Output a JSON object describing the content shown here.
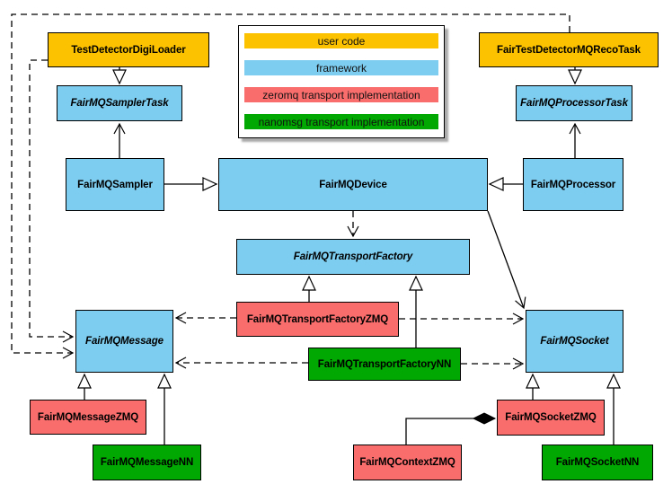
{
  "nodes": {
    "testDetectorDigiLoader": {
      "label": "TestDetectorDigiLoader",
      "category": "user code",
      "color": "#FCC200"
    },
    "fairTestDetectorMQRecoTask": {
      "label": "FairTestDetectorMQRecoTask",
      "category": "user code",
      "color": "#FCC200"
    },
    "fairMQSamplerTask": {
      "label": "FairMQSamplerTask",
      "category": "framework",
      "color": "#7DCDF0"
    },
    "fairMQProcessorTask": {
      "label": "FairMQProcessorTask",
      "category": "framework",
      "color": "#7DCDF0"
    },
    "fairMQSampler": {
      "label": "FairMQSampler",
      "category": "framework",
      "color": "#7DCDF0"
    },
    "fairMQDevice": {
      "label": "FairMQDevice",
      "category": "framework",
      "color": "#7DCDF0"
    },
    "fairMQProcessor": {
      "label": "FairMQProcessor",
      "category": "framework",
      "color": "#7DCDF0"
    },
    "fairMQTransportFactory": {
      "label": "FairMQTransportFactory",
      "category": "framework",
      "color": "#7DCDF0"
    },
    "fairMQTransportFactoryZMQ": {
      "label": "FairMQTransportFactoryZMQ",
      "category": "zeromq transport implementation",
      "color": "#FA6D6D"
    },
    "fairMQTransportFactoryNN": {
      "label": "FairMQTransportFactoryNN",
      "category": "nanomsg transport implementation",
      "color": "#01A801"
    },
    "fairMQMessage": {
      "label": "FairMQMessage",
      "category": "framework",
      "color": "#7DCDF0"
    },
    "fairMQSocket": {
      "label": "FairMQSocket",
      "category": "framework",
      "color": "#7DCDF0"
    },
    "fairMQMessageZMQ": {
      "label": "FairMQMessageZMQ",
      "category": "zeromq transport implementation",
      "color": "#FA6D6D"
    },
    "fairMQMessageNN": {
      "label": "FairMQMessageNN",
      "category": "nanomsg transport implementation",
      "color": "#01A801"
    },
    "fairMQContextZMQ": {
      "label": "FairMQContextZMQ",
      "category": "zeromq transport implementation",
      "color": "#FA6D6D"
    },
    "fairMQSocketZMQ": {
      "label": "FairMQSocketZMQ",
      "category": "zeromq transport implementation",
      "color": "#FA6D6D"
    },
    "fairMQSocketNN": {
      "label": "FairMQSocketNN",
      "category": "nanomsg transport implementation",
      "color": "#01A801"
    }
  },
  "legend": {
    "items": [
      {
        "label": "user code",
        "color": "#FCC200"
      },
      {
        "label": "framework",
        "color": "#7DCDF0"
      },
      {
        "label": "zeromq transport implementation",
        "color": "#FA6D6D"
      },
      {
        "label": "nanomsg transport implementation",
        "color": "#01A801"
      }
    ]
  },
  "edges": [
    {
      "from": "TestDetectorDigiLoader",
      "to": "FairMQSamplerTask",
      "type": "inheritance"
    },
    {
      "from": "FairTestDetectorMQRecoTask",
      "to": "FairMQProcessorTask",
      "type": "inheritance"
    },
    {
      "from": "FairMQSampler",
      "to": "FairMQDevice",
      "type": "inheritance"
    },
    {
      "from": "FairMQProcessor",
      "to": "FairMQDevice",
      "type": "inheritance"
    },
    {
      "from": "FairMQSampler",
      "to": "FairMQSamplerTask",
      "type": "association"
    },
    {
      "from": "FairMQProcessor",
      "to": "FairMQProcessorTask",
      "type": "association"
    },
    {
      "from": "FairMQDevice",
      "to": "FairMQTransportFactory",
      "type": "dependency"
    },
    {
      "from": "FairMQDevice",
      "to": "FairMQSocket",
      "type": "association"
    },
    {
      "from": "FairMQTransportFactoryZMQ",
      "to": "FairMQTransportFactory",
      "type": "inheritance"
    },
    {
      "from": "FairMQTransportFactoryNN",
      "to": "FairMQTransportFactory",
      "type": "inheritance"
    },
    {
      "from": "FairMQTransportFactoryZMQ",
      "to": "FairMQMessage",
      "type": "dependency"
    },
    {
      "from": "FairMQTransportFactoryZMQ",
      "to": "FairMQSocket",
      "type": "dependency"
    },
    {
      "from": "FairMQTransportFactoryNN",
      "to": "FairMQMessage",
      "type": "dependency"
    },
    {
      "from": "FairMQTransportFactoryNN",
      "to": "FairMQSocket",
      "type": "dependency"
    },
    {
      "from": "FairMQMessageZMQ",
      "to": "FairMQMessage",
      "type": "inheritance"
    },
    {
      "from": "FairMQMessageNN",
      "to": "FairMQMessage",
      "type": "inheritance"
    },
    {
      "from": "FairMQSocketZMQ",
      "to": "FairMQSocket",
      "type": "inheritance"
    },
    {
      "from": "FairMQSocketNN",
      "to": "FairMQSocket",
      "type": "inheritance"
    },
    {
      "from": "TestDetectorDigiLoader",
      "to": "FairMQMessage",
      "type": "dependency"
    },
    {
      "from": "FairTestDetectorMQRecoTask",
      "to": "FairMQMessage",
      "type": "dependency"
    },
    {
      "from": "FairMQSocketZMQ",
      "to": "FairMQContextZMQ",
      "type": "composition"
    }
  ]
}
